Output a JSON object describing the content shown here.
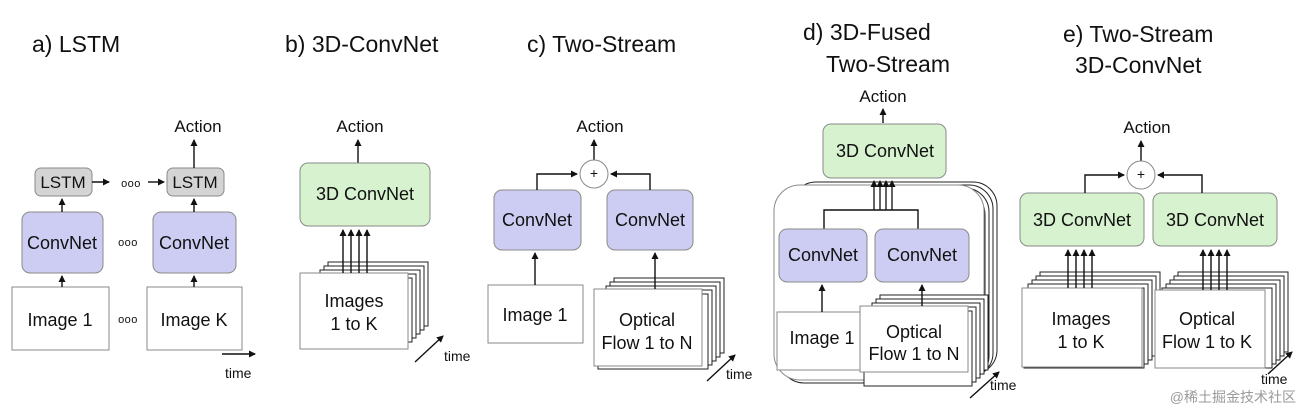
{
  "panels": {
    "a": {
      "title": "a) LSTM",
      "action": "Action",
      "lstm": "LSTM",
      "convnet": "ConvNet",
      "image1": "Image 1",
      "imageK": "Image K",
      "dots": "ooo",
      "time": "time"
    },
    "b": {
      "title": "b) 3D-ConvNet",
      "action": "Action",
      "convnet3d": "3D ConvNet",
      "images_line1": "Images",
      "images_line2": "1 to K",
      "time": "time"
    },
    "c": {
      "title": "c) Two-Stream",
      "action": "Action",
      "plus": "+",
      "convnet": "ConvNet",
      "image1": "Image 1",
      "flow_line1": "Optical",
      "flow_line2": "Flow 1 to N",
      "time": "time"
    },
    "d": {
      "title_line1": "d) 3D-Fused",
      "title_line2": "Two-Stream",
      "action": "Action",
      "convnet3d": "3D ConvNet",
      "convnet": "ConvNet",
      "image1": "Image 1",
      "flow_line1": "Optical",
      "flow_line2": "Flow 1 to N",
      "time": "time"
    },
    "e": {
      "title_line1": "e) Two-Stream",
      "title_line2": "3D-ConvNet",
      "action": "Action",
      "plus": "+",
      "convnet3d": "3D ConvNet",
      "images_line1": "Images",
      "images_line2": "1 to K",
      "flow_line1": "Optical",
      "flow_line2": "Flow 1 to K",
      "time": "time"
    }
  },
  "watermark": "@稀土掘金技术社区",
  "colors": {
    "lstm_fill": "#d4d4d4",
    "convnet_fill": "#cdcdf3",
    "convnet3d_fill": "#d6f2cf",
    "box_stroke": "#8a8a8a",
    "stroke": "#111111"
  }
}
